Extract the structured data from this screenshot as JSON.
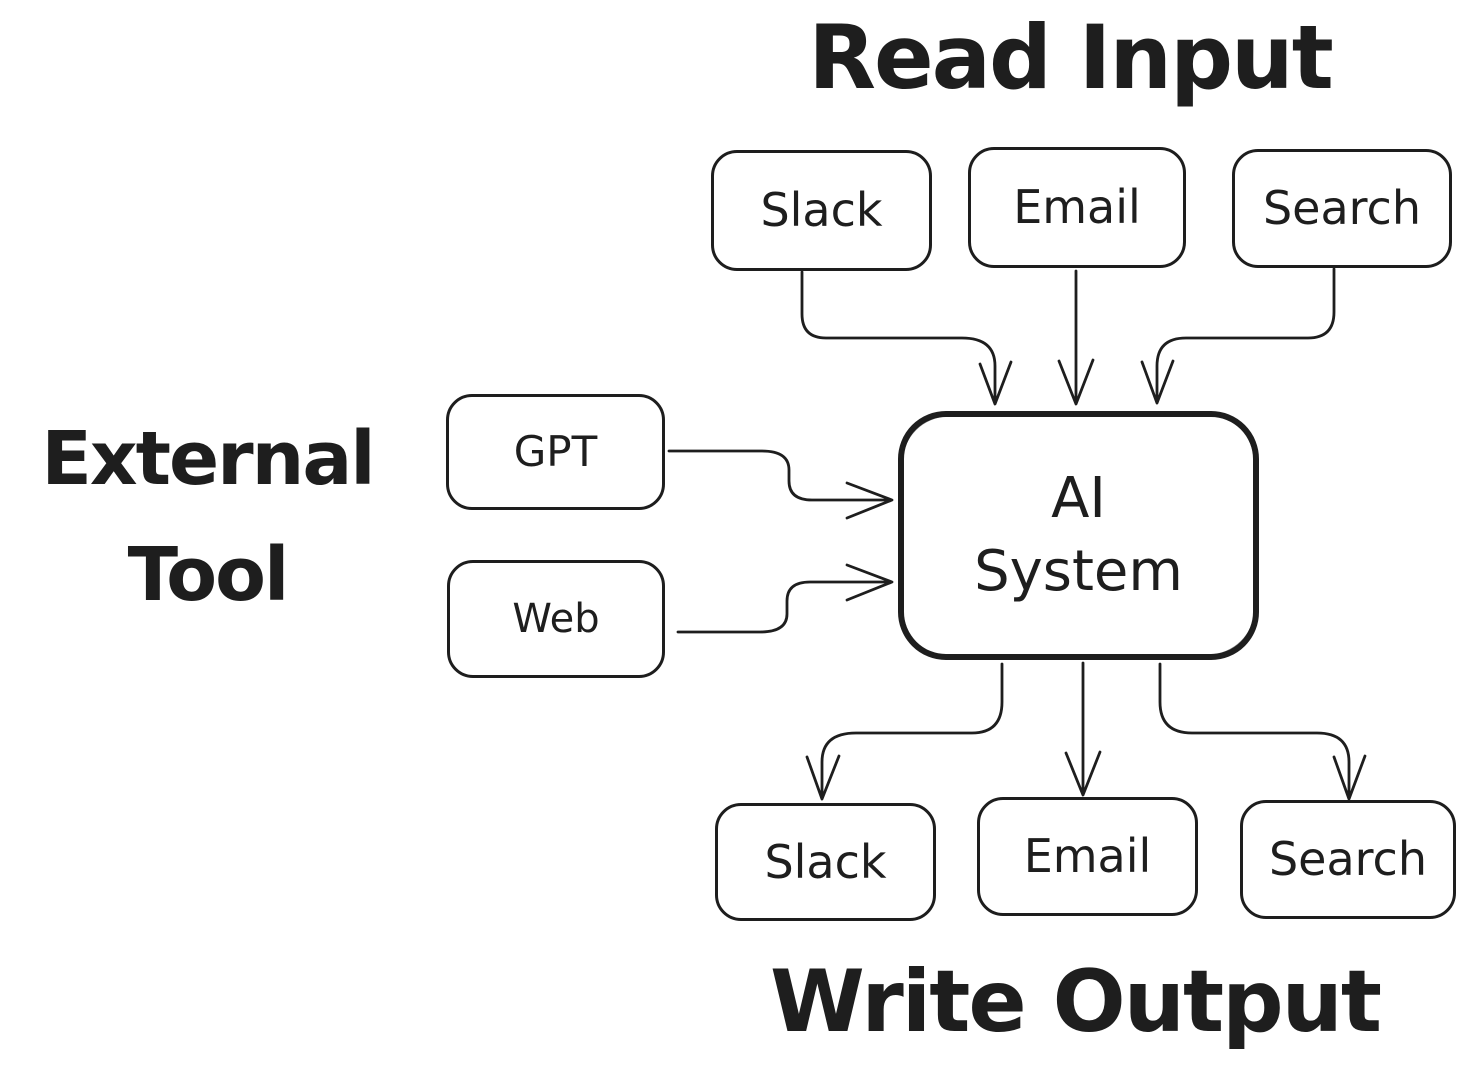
{
  "diagram": {
    "background": "#ffffff",
    "stroke_color": "#1e1e1e",
    "titles": {
      "read_input": "Read Input",
      "write_output": "Write Output",
      "external_tool_line1": "External",
      "external_tool_line2": "Tool"
    },
    "center_node": {
      "line1": "AI",
      "line2": "System"
    },
    "input_nodes": [
      {
        "label": "Slack"
      },
      {
        "label": "Email"
      },
      {
        "label": "Search"
      }
    ],
    "tool_nodes": [
      {
        "label": "GPT"
      },
      {
        "label": "Web"
      }
    ],
    "output_nodes": [
      {
        "label": "Slack"
      },
      {
        "label": "Email"
      },
      {
        "label": "Search"
      }
    ]
  }
}
